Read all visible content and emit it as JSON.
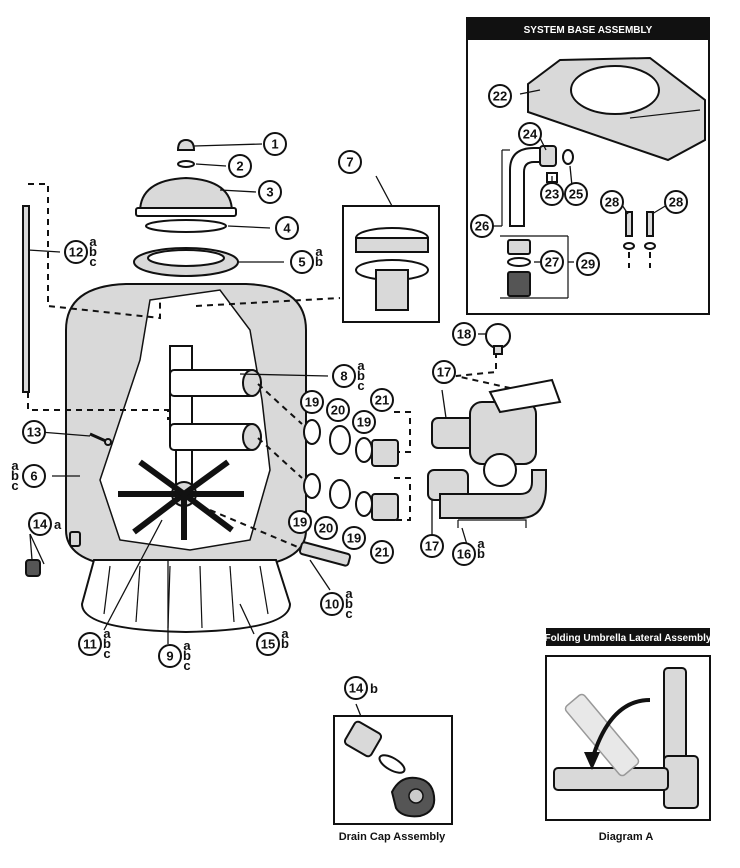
{
  "insets": {
    "system_base": "SYSTEM BASE ASSEMBLY",
    "folding_umbrella": "Folding Umbrella Lateral Assembly",
    "drain_cap": "Drain Cap Assembly",
    "diagram_a": "Diagram A"
  },
  "callouts": [
    {
      "id": "c1",
      "num": "1",
      "suffix": ""
    },
    {
      "id": "c2",
      "num": "2",
      "suffix": ""
    },
    {
      "id": "c3",
      "num": "3",
      "suffix": ""
    },
    {
      "id": "c4",
      "num": "4",
      "suffix": ""
    },
    {
      "id": "c5",
      "num": "5",
      "suffix": "a b"
    },
    {
      "id": "c6",
      "num": "6",
      "suffix": "a b c"
    },
    {
      "id": "c7",
      "num": "7",
      "suffix": ""
    },
    {
      "id": "c8",
      "num": "8",
      "suffix": "a b c"
    },
    {
      "id": "c9",
      "num": "9",
      "suffix": "a b c"
    },
    {
      "id": "c10",
      "num": "10",
      "suffix": "a b c"
    },
    {
      "id": "c11",
      "num": "11",
      "suffix": "a b c"
    },
    {
      "id": "c12",
      "num": "12",
      "suffix": "a b c"
    },
    {
      "id": "c13",
      "num": "13",
      "suffix": ""
    },
    {
      "id": "c14a",
      "num": "14",
      "suffix": "a"
    },
    {
      "id": "c14b",
      "num": "14",
      "suffix": "b"
    },
    {
      "id": "c15",
      "num": "15",
      "suffix": "a b"
    },
    {
      "id": "c16",
      "num": "16",
      "suffix": "a b"
    },
    {
      "id": "c17a",
      "num": "17",
      "suffix": ""
    },
    {
      "id": "c17b",
      "num": "17",
      "suffix": ""
    },
    {
      "id": "c18",
      "num": "18",
      "suffix": ""
    },
    {
      "id": "c19a",
      "num": "19",
      "suffix": ""
    },
    {
      "id": "c19b",
      "num": "19",
      "suffix": ""
    },
    {
      "id": "c19c",
      "num": "19",
      "suffix": ""
    },
    {
      "id": "c19d",
      "num": "19",
      "suffix": ""
    },
    {
      "id": "c20a",
      "num": "20",
      "suffix": ""
    },
    {
      "id": "c20b",
      "num": "20",
      "suffix": ""
    },
    {
      "id": "c21a",
      "num": "21",
      "suffix": ""
    },
    {
      "id": "c21b",
      "num": "21",
      "suffix": ""
    },
    {
      "id": "c22",
      "num": "22",
      "suffix": ""
    },
    {
      "id": "c23",
      "num": "23",
      "suffix": ""
    },
    {
      "id": "c24",
      "num": "24",
      "suffix": ""
    },
    {
      "id": "c25",
      "num": "25",
      "suffix": ""
    },
    {
      "id": "c26",
      "num": "26",
      "suffix": ""
    },
    {
      "id": "c27",
      "num": "27",
      "suffix": ""
    },
    {
      "id": "c28a",
      "num": "28",
      "suffix": ""
    },
    {
      "id": "c28b",
      "num": "28",
      "suffix": ""
    },
    {
      "id": "c29",
      "num": "29",
      "suffix": ""
    }
  ]
}
